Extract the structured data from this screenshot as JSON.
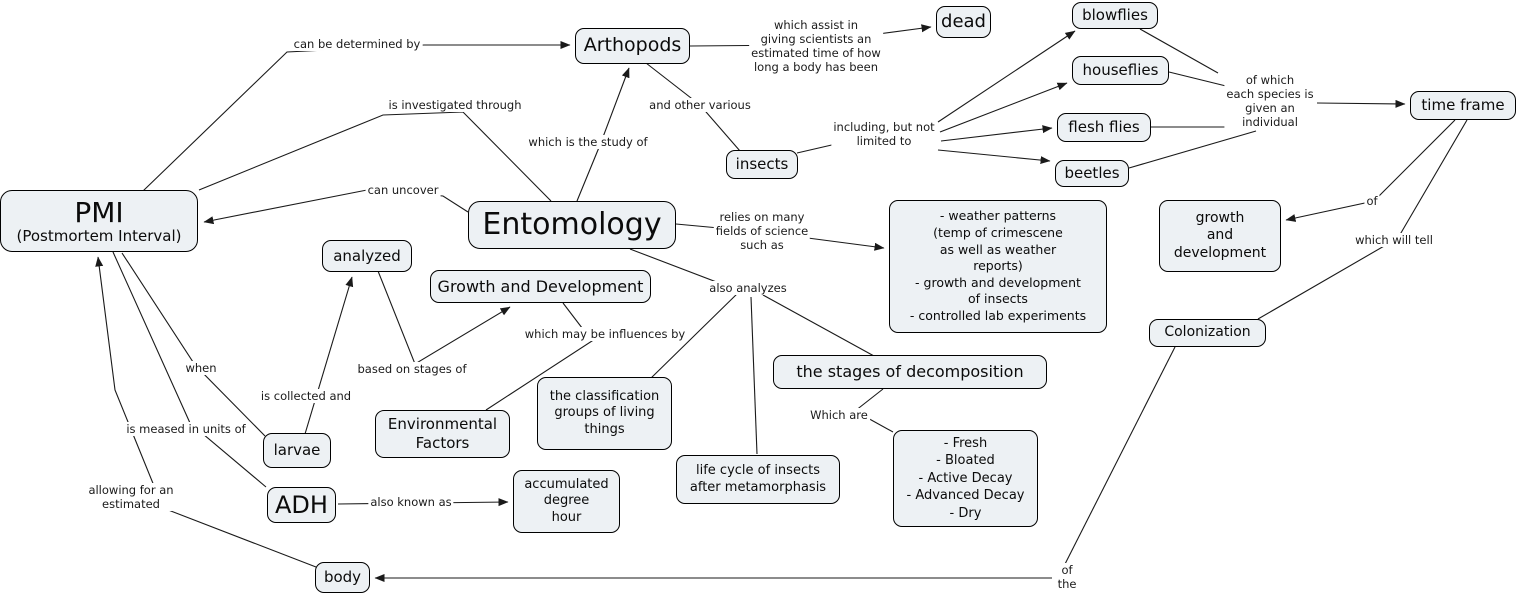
{
  "title": "Forensic entomology concept map",
  "colors": {
    "node_fill": "#edf1f4",
    "node_border": "#000000",
    "connector": "#1a1a1a",
    "background": "#ffffff"
  },
  "nodes": {
    "pmi_title": "PMI",
    "pmi_subtitle": "(Postmortem Interval)",
    "entomology": "Entomology",
    "arthopods": "Arthopods",
    "dead": "dead",
    "blowflies": "blowflies",
    "houseflies": "houseflies",
    "flesh_flies": "flesh flies",
    "beetles": "beetles",
    "time_frame": "time frame",
    "insects": "insects",
    "analyzed": "analyzed",
    "growth_and_development": "Growth and Development",
    "science_fields": "- weather patterns\n(temp of crimescene\nas well as weather\nreports)\n- growth and development\nof insects\n- controlled lab experiments",
    "growth_development_small": "growth\nand\ndevelopment",
    "colonization": "Colonization",
    "classification": "the classification\ngroups of living\nthings",
    "environmental_factors": "Environmental\nFactors",
    "larvae": "larvae",
    "stages_decomposition": "the stages of decomposition",
    "life_cycle": "life cycle of insects\nafter metamorphasis",
    "decay_stages": "- Fresh\n- Bloated\n- Active Decay\n- Advanced Decay\n- Dry",
    "adh": "ADH",
    "accumulated": "accumulated\ndegree\nhour",
    "body": "body"
  },
  "edges": {
    "can_be_determined_by": "can be determined by",
    "is_investigated_through": "is investigated through",
    "can_uncover": "can uncover",
    "which_is_the_study_of": "which is the study of",
    "and_other_various": "and other various",
    "which_assist": "which assist in\ngiving scientists an\nestimated time of how\nlong a body has been",
    "including_but_not": "including, but not\nlimited to",
    "of_which": "of which\neach species is\ngiven an\nindividual",
    "relies_on": "relies on many\nfields of science\nsuch as",
    "also_analyzes": "also analyzes",
    "of": "of",
    "which_will_tell": "which will tell",
    "which_may_be": "which may be influences by",
    "based_on_stages": "based on stages of",
    "when": "when",
    "is_collected_and": "is collected and",
    "is_meased": "is meased in units of",
    "allowing_for": "allowing for an\nestimated",
    "also_known_as": "also known as",
    "which_are": "Which are",
    "of_the": "of\nthe"
  }
}
